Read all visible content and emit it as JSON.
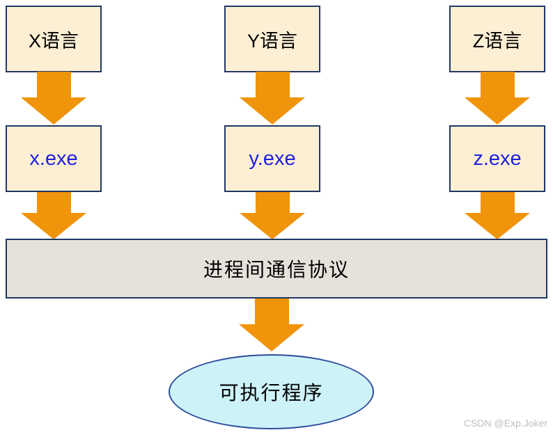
{
  "diagram": {
    "top_boxes": [
      {
        "label": "X语言"
      },
      {
        "label": "Y语言"
      },
      {
        "label": "Z语言"
      }
    ],
    "exe_boxes": [
      {
        "label": "x.exe"
      },
      {
        "label": "y.exe"
      },
      {
        "label": "z.exe"
      }
    ],
    "protocol_bar": {
      "label": "进程间通信协议"
    },
    "output_ellipse": {
      "label": "可执行程序"
    },
    "watermark": "CSDN @Exp.Joker",
    "colors": {
      "box_fill": "#FCEFD4",
      "box_border": "#1F3864",
      "arrow": "#F0940B",
      "bar_fill": "#E6E2DB",
      "ellipse_fill": "#CDF2F8",
      "ellipse_border": "#2E4D9E",
      "exe_text": "#1F1FE0",
      "label_text": "#000000",
      "watermark_color": "#C0C0C0"
    }
  }
}
